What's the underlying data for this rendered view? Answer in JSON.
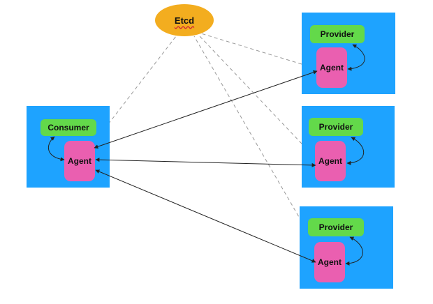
{
  "etcd": {
    "label": "Etcd"
  },
  "consumer": {
    "label": "Consumer",
    "agent_label": "Agent"
  },
  "providers": [
    {
      "label": "Provider",
      "agent_label": "Agent"
    },
    {
      "label": "Provider",
      "agent_label": "Agent"
    },
    {
      "label": "Provider",
      "agent_label": "Agent"
    }
  ],
  "colors": {
    "node_background": "#1ea3ff",
    "etcd": "#f3ad1f",
    "service_label": "#63d94a",
    "agent": "#ea5fb0"
  }
}
